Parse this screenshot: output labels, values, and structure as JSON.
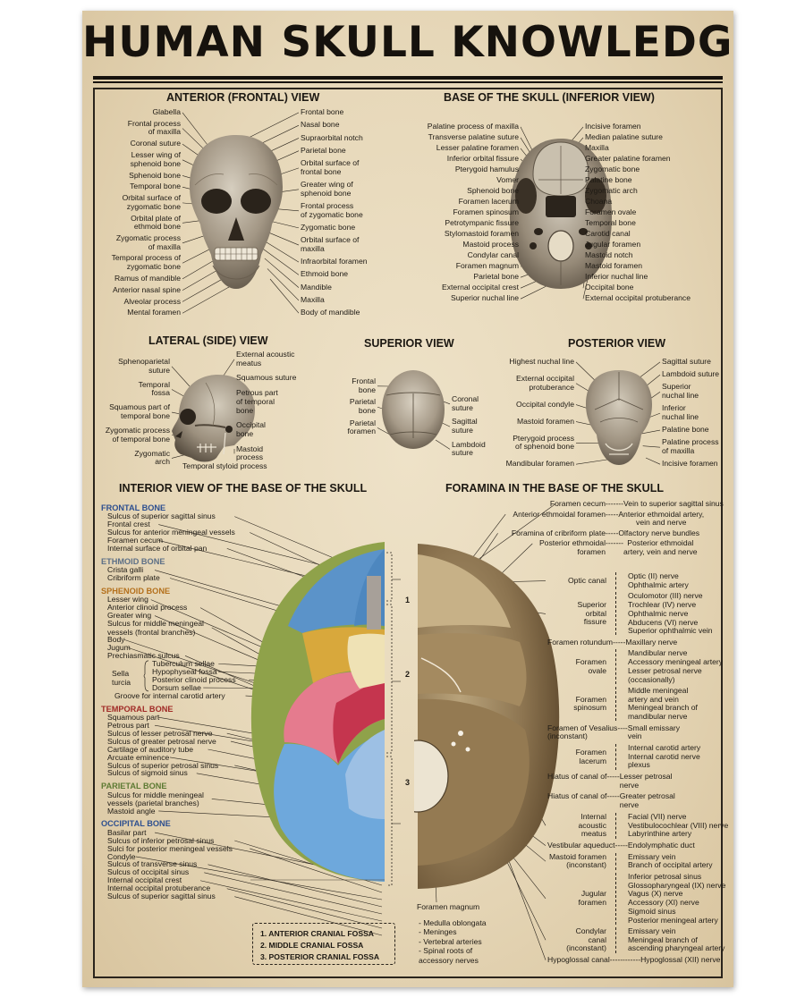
{
  "title": "HUMAN SKULL KNOWLEDGE",
  "headers": {
    "anterior": "ANTERIOR (FRONTAL) VIEW",
    "inferior": "BASE OF THE SKULL (INFERIOR VIEW)",
    "lateral": "LATERAL (SIDE) VIEW",
    "superior": "SUPERIOR VIEW",
    "posterior": "POSTERIOR VIEW",
    "interior": "INTERIOR VIEW OF THE BASE OF THE SKULL",
    "foramina": "FORAMINA IN THE BASE OF THE SKULL"
  },
  "anterior": {
    "left": [
      "Glabella",
      "Frontal process\nof maxilla",
      "Coronal suture",
      "Lesser wing of\nsphenoid bone",
      "Sphenoid bone",
      "Temporal bone",
      "Orbital surface of\nzygomatic bone",
      "Orbital plate of\nethmoid bone",
      "Zygomatic process\nof maxilla",
      "Temporal process of\nzygomatic bone",
      "Ramus of mandible",
      "Anterior nasal spine",
      "Alveolar process",
      "Mental foramen"
    ],
    "right": [
      "Frontal bone",
      "Nasal bone",
      "Supraorbital notch",
      "Parietal bone",
      "Orbital surface of\nfrontal bone",
      "Greater wing of\nsphenoid bone",
      "Frontal process\nof zygomatic bone",
      "Zygomatic bone",
      "Orbital surface of\nmaxilla",
      "Infraorbital foramen",
      "Ethmoid bone",
      "Mandible",
      "Maxilla",
      "Body of mandible"
    ]
  },
  "inferior": {
    "left": [
      "Palatine process of maxilla",
      "Transverse palatine suture",
      "Lesser palatine foramen",
      "Inferior orbital fissure",
      "Pterygoid hamulus",
      "Vomer",
      "Sphenoid bone",
      "Foramen lacerum",
      "Foramen spinosum",
      "Petrotympanic fissure",
      "Stylomastoid foramen",
      "Mastoid process",
      "Condylar canal",
      "Foramen magnum",
      "Parietal bone",
      "External occipital crest",
      "Superior nuchal line"
    ],
    "right": [
      "Incisive foramen",
      "Median palatine suture",
      "Maxilla",
      "Greater palatine foramen",
      "Zygomatic bone",
      "Palatine bone",
      "Zygomatic arch",
      "Choana",
      "Foramen ovale",
      "Temporal bone",
      "Carotid canal",
      "Jugular foramen",
      "Mastoid notch",
      "Mastoid foramen",
      "Inferior nuchal line",
      "Occipital bone",
      "External occipital protuberance"
    ]
  },
  "lateral": {
    "left": [
      "Sphenoparietal\nsuture",
      "Temporal\nfossa",
      "Squamous part of\ntemporal bone",
      "Zygomatic process\nof temporal bone",
      "Zygomatic\narch"
    ],
    "right": [
      "External acoustic\nmeatus",
      "Squamous suture",
      "Petrous part\nof temporal\nbone",
      "Occipital\nbone",
      "Mastoid\nprocess"
    ],
    "bottom": "Temporal styloid process"
  },
  "superior": {
    "left": [
      "Frontal\nbone",
      "Parietal\nbone",
      "Parietal\nforamen"
    ],
    "right": [
      "Coronal\nsuture",
      "Sagittal\nsuture",
      "Lambdoid\nsuture"
    ]
  },
  "posterior": {
    "left": [
      "Highest nuchal line",
      "External occipital\nprotuberance",
      "Occipital condyle",
      "Mastoid foramen",
      "Pterygoid process\nof sphenoid bone",
      "Mandibular foramen"
    ],
    "right": [
      "Sagittal suture",
      "Lambdoid suture",
      "Superior\nnuchal line",
      "Inferior\nnuchal line",
      "Palatine bone",
      "Palatine process\nof maxilla",
      "Incisive foramen"
    ]
  },
  "interior": {
    "groups": [
      {
        "name": "FRONTAL BONE",
        "color": "#2d4f8f",
        "items": [
          "Sulcus of superior sagittal sinus",
          "Frontal crest",
          "Sulcus for anterior meningeal vessels",
          "Foramen cecum",
          "Internal surface of orbital pan"
        ]
      },
      {
        "name": "ETHMOID BONE",
        "color": "#5c6f86",
        "items": [
          "Crista galli",
          "Cribriform plate"
        ]
      },
      {
        "name": "SPHENOID BONE",
        "color": "#b4701c",
        "items": [
          "Lesser wing",
          "Anterior clinoid process",
          "Greater wing",
          "Sulcus for middle meningeal\nvessels (frontal branches)",
          "Body",
          "Jugum",
          "Prechiasmatic sulcus"
        ]
      },
      {
        "name": "TEMPORAL BONE",
        "color": "#a02a26",
        "items": [
          "Squamous part",
          "Petrous part",
          "Sulcus of lesser petrosal nerve",
          "Sulcus of greater petrosal nerve",
          "Cartilage of auditory tube",
          "Arcuate eminence",
          "Sulcus of superior petrosal sinus",
          "Sulcus of sigmoid sinus"
        ]
      },
      {
        "name": "PARIETAL BONE",
        "color": "#5d7a33",
        "items": [
          "Sulcus for middle meningeal\nvessels (parietal branches)",
          "Mastoid angle"
        ]
      },
      {
        "name": "OCCIPITAL BONE",
        "color": "#2d4f8f",
        "items": [
          "Basilar part",
          "Sulcus of inferior petrosal sinus",
          "Sulci for posterior meningeal vessels",
          "Condyle",
          "Sulcus of transverse sinus",
          "Sulcus of occipital sinus",
          "Internal occipital crest",
          "Internal occipital protuberance",
          "Sulcus of superior sagittal sinus"
        ]
      }
    ],
    "sella_label": "Sella\nturcia",
    "sella_items": [
      "Tuberculum sellae",
      "Hypophyseal fossa",
      "Posterior clinoid process",
      "Dorsum sellae"
    ],
    "groove": "Groove for internal carotid artery",
    "zones": [
      "1",
      "2",
      "3"
    ],
    "legend": [
      "1. ANTERIOR CRANIAL FOSSA",
      "2. MIDDLE CRANIAL FOSSA",
      "3. POSTERIOR CRANIAL FOSSA"
    ]
  },
  "foramina": {
    "top": [
      {
        "label": "Foramen cecum",
        "dash": "-------",
        "contents": [
          "Vein to superior sagittal sinus"
        ]
      },
      {
        "label": "Anterior ethmoidal foramen",
        "dash": "-----",
        "contents": [
          "Anterior ethmoidal artery,",
          "vein and nerve"
        ]
      },
      {
        "label": "Foramina of cribriform plate",
        "dash": "-----",
        "contents": [
          "Olfactory nerve bundles"
        ]
      },
      {
        "label": "Posterior ethmoidal\nforamen",
        "dash": "-------",
        "contents": [
          "Posterior ethmoidal",
          "artery, vein and nerve"
        ]
      }
    ],
    "right": [
      {
        "label": "Optic canal",
        "contents": [
          "Optic (II) nerve",
          "Ophthalmic artery"
        ]
      },
      {
        "label": "Superior\norbital\nfissure",
        "contents": [
          "Oculomotor (III) nerve",
          "Trochlear (IV) nerve",
          "Ophthalmic nerve",
          "Abducens (VI) nerve",
          "Superior ophthalmic vein"
        ]
      },
      {
        "label": "Foramen rotundum",
        "dash": "-----",
        "contents": [
          "Maxillary nerve"
        ]
      },
      {
        "label": "Foramen\novale",
        "contents": [
          "Mandibular nerve",
          "Accessory meningeal artery",
          "Lesser petrosal nerve",
          "(occasionally)"
        ]
      },
      {
        "label": "Foramen\nspinosum",
        "contents": [
          "Middle meningeal",
          "artery and vein",
          "Meningeal branch of",
          "mandibular nerve"
        ]
      },
      {
        "label": "Foramen of Vesalius\n(inconstant)",
        "dash": "----",
        "contents": [
          "Small emissary",
          "vein"
        ]
      },
      {
        "label": "Foramen\nlacerum",
        "contents": [
          "Internal carotid artery",
          "Internal carotid nerve",
          "plexus"
        ]
      },
      {
        "label": "Hiatus of canal of",
        "dash": "-----",
        "contents": [
          "Lesser petrosal",
          "nerve"
        ]
      },
      {
        "label": "Hiatus of canal of",
        "dash": "-----",
        "contents": [
          "Greater petrosal",
          "nerve"
        ]
      },
      {
        "label": "Internal\nacoustic\nmeatus",
        "contents": [
          "Facial (VII) nerve",
          "Vestibulocochlear (VIII) nerve",
          "Labyrinthine artery"
        ]
      },
      {
        "label": "Vestibular aqueduct",
        "dash": "-----",
        "contents": [
          "Endolymphatic duct"
        ]
      },
      {
        "label": "Mastoid foramen\n(inconstant)",
        "contents": [
          "Emissary vein",
          "Branch of occipital artery"
        ]
      },
      {
        "label": "Jugular\nforamen",
        "contents": [
          "Inferior petrosal sinus",
          "Glossopharyngeal (IX) nerve",
          "Vagus (X) nerve",
          "Accessory (XI) nerve",
          "Sigmoid sinus",
          "Posterior meningeal artery"
        ]
      },
      {
        "label": "Condylar\ncanal\n(inconstant)",
        "contents": [
          "Emissary vein",
          "Meningeal branch of",
          "ascending pharyngeal artery"
        ]
      },
      {
        "label": "Hypoglossal canal",
        "dash": "------------",
        "contents": [
          "Hypoglossal (XII) nerve"
        ]
      }
    ],
    "magnum_label": "Foramen magnum",
    "magnum_items": [
      "- Medulla oblongata",
      "- Meninges",
      "- Vertebral arteries",
      "- Spinal roots of",
      "  accessory nerves"
    ]
  }
}
